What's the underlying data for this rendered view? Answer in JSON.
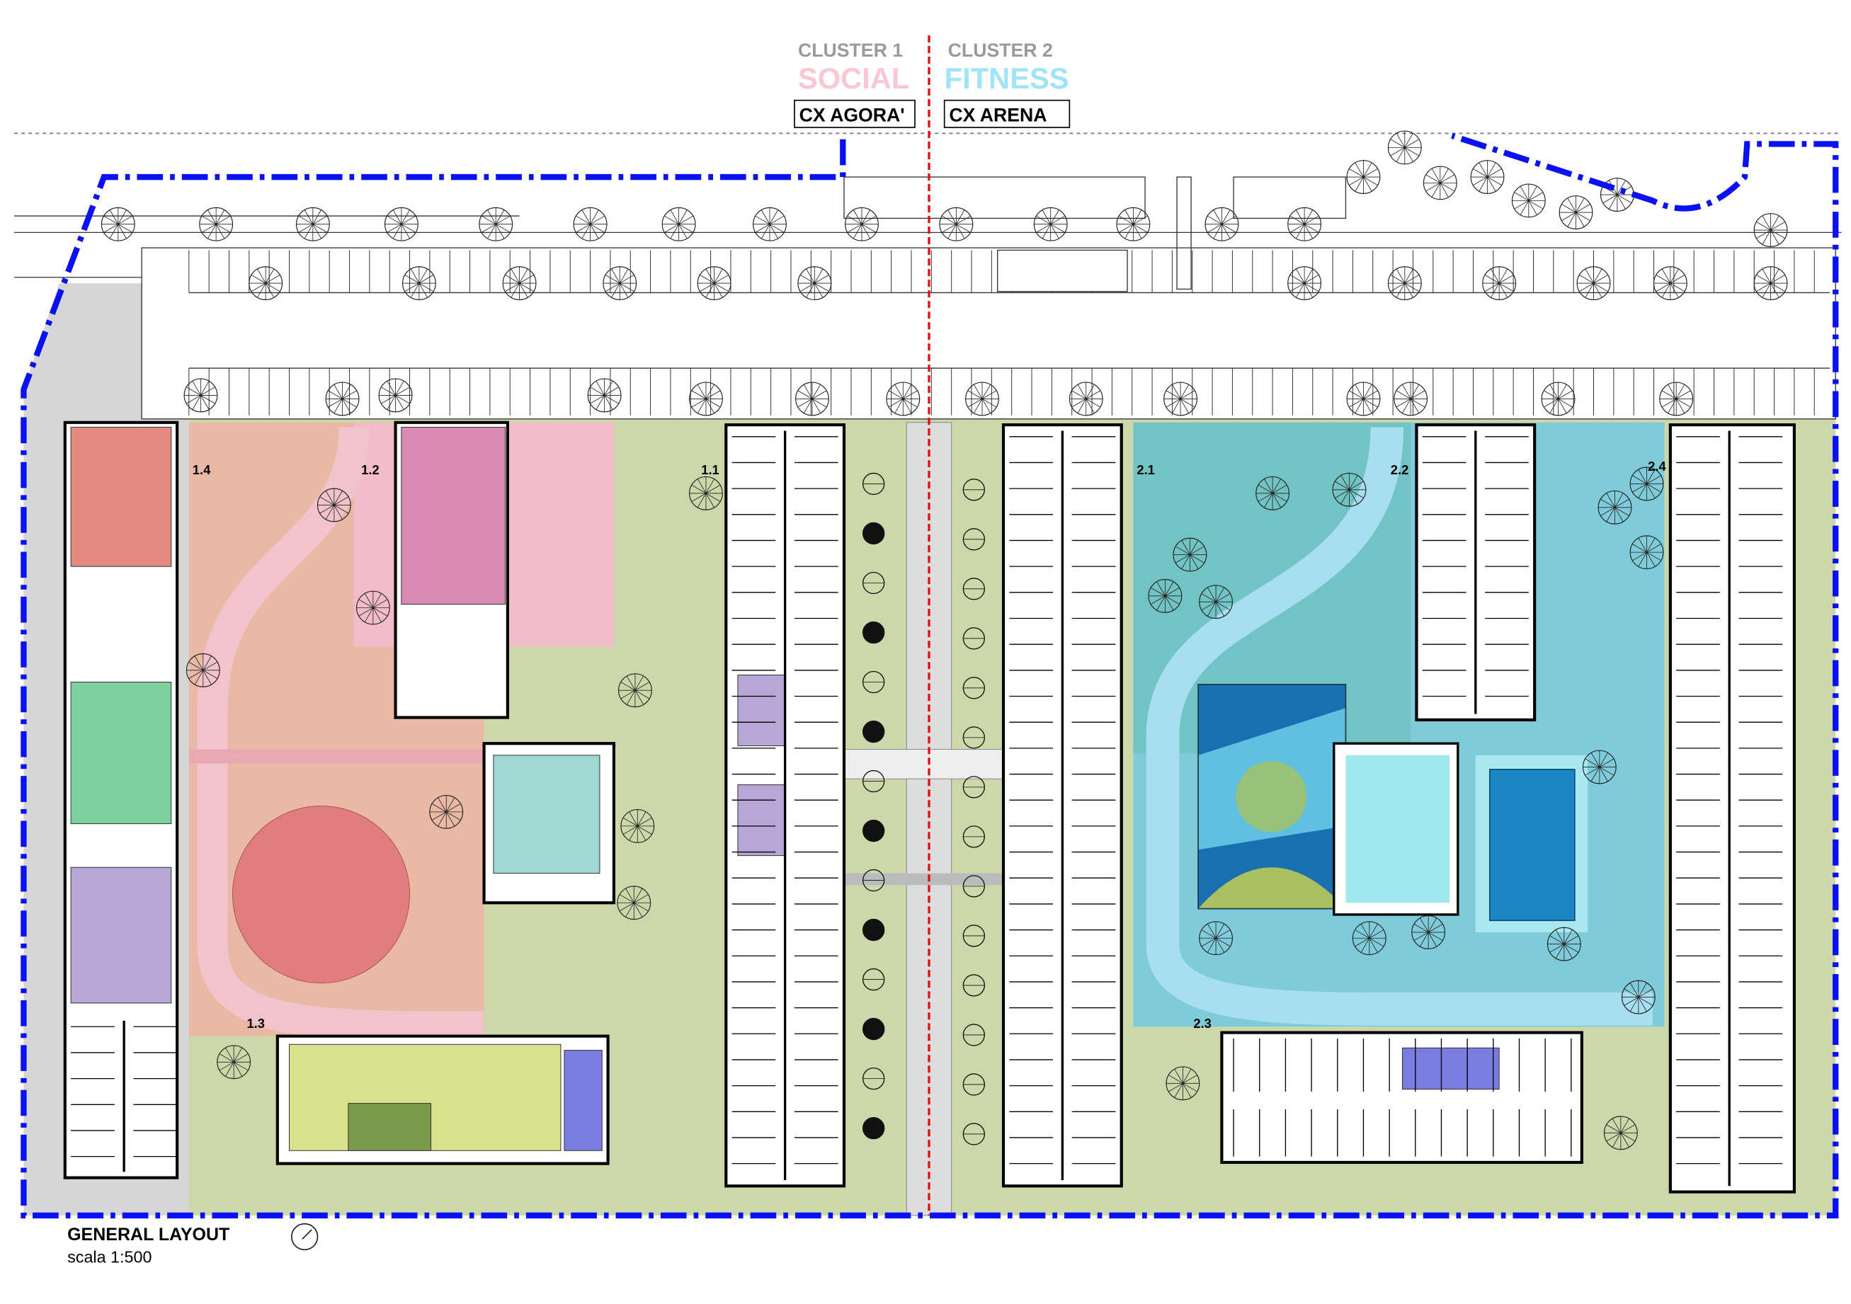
{
  "header": {
    "cluster1": {
      "title": "CLUSTER 1",
      "theme": "SOCIAL",
      "name": "CX AGORA'",
      "color": "#f9c8d4"
    },
    "cluster2": {
      "title": "CLUSTER 2",
      "theme": "FITNESS",
      "name": "CX ARENA",
      "color": "#9fe4f7"
    }
  },
  "zones": {
    "z11": "1.1",
    "z12": "1.2",
    "z13": "1.3",
    "z14": "1.4",
    "z21": "2.1",
    "z22": "2.2",
    "z23": "2.3",
    "z24": "2.4"
  },
  "footer": {
    "title": "GENERAL LAYOUT",
    "scale": "scala 1:500"
  },
  "colors": {
    "boundary": "#0a12f5",
    "divider": "#e01010",
    "site_green": "#cdd8aa",
    "social_salmon": "#e9b9a6",
    "social_pink": "#f2bccb",
    "fitness_blue": "#7fcbd9",
    "plaza_red": "#e27d7f",
    "pool": "#1c86c4"
  }
}
